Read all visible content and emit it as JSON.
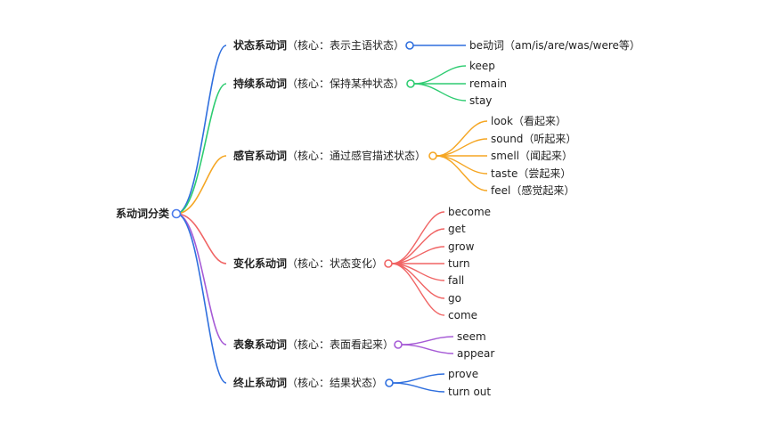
{
  "root": {
    "label": "系动词分类",
    "color": "#4b7bec"
  },
  "branches": [
    {
      "title": "状态系动词",
      "note": "（核心：表示主语状态）",
      "color": "#2f6fde",
      "leaves": [
        "be动词（am/is/are/was/were等）"
      ]
    },
    {
      "title": "持续系动词",
      "note": "（核心：保持某种状态）",
      "color": "#2ecc71",
      "leaves": [
        "keep",
        "remain",
        "stay"
      ]
    },
    {
      "title": "感官系动词",
      "note": "（核心：通过感官描述状态）",
      "color": "#f5a623",
      "leaves": [
        "look（看起来）",
        "sound（听起来）",
        "smell（闻起来）",
        "taste（尝起来）",
        "feel（感觉起来）"
      ]
    },
    {
      "title": "变化系动词",
      "note": "（核心：状态变化）",
      "color": "#f06464",
      "leaves": [
        "become",
        "get",
        "grow",
        "turn",
        "fall",
        "go",
        "come"
      ]
    },
    {
      "title": "表象系动词",
      "note": "（核心：表面看起来）",
      "color": "#a65bd6",
      "leaves": [
        "seem",
        "appear"
      ]
    },
    {
      "title": "终止系动词",
      "note": "（核心：结果状态）",
      "color": "#2f6fde",
      "leaves": [
        "prove",
        "turn out"
      ]
    }
  ]
}
